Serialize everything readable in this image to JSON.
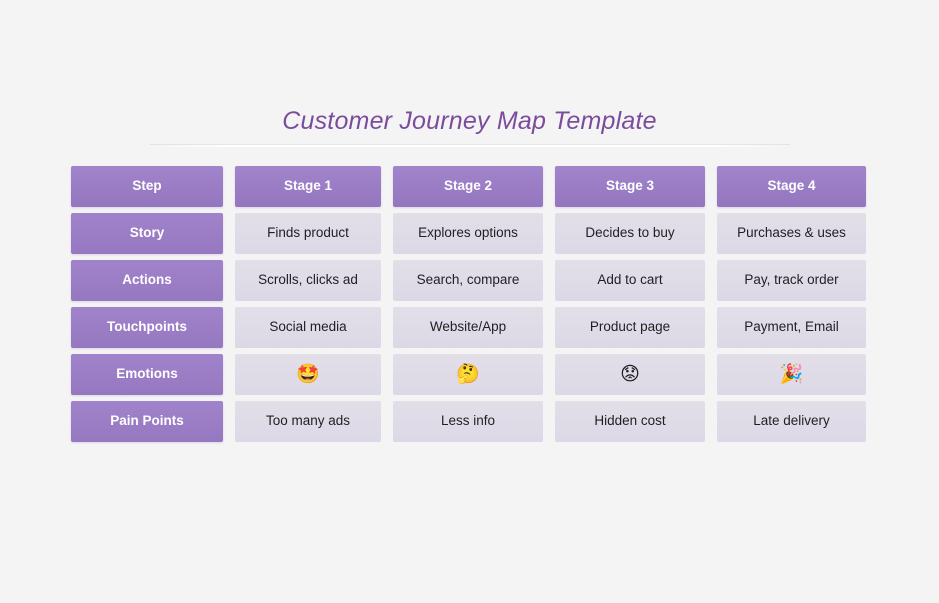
{
  "page": {
    "title": "Customer Journey Map Template",
    "background_color": "#f4f4f5",
    "accent_color": "#9b7bc4",
    "title_color": "#7c4c9c",
    "data_cell_color": "#dedbe8"
  },
  "table": {
    "columns": [
      "Step",
      "Stage 1",
      "Stage 2",
      "Stage 3",
      "Stage 4"
    ],
    "rows": [
      {
        "label": "Story",
        "cells": [
          {
            "text": "Finds product",
            "type": "text"
          },
          {
            "text": "Explores options",
            "type": "text"
          },
          {
            "text": "Decides to buy",
            "type": "text"
          },
          {
            "text": "Purchases & uses",
            "type": "text"
          }
        ]
      },
      {
        "label": "Actions",
        "cells": [
          {
            "text": "Scrolls, clicks ad",
            "type": "text"
          },
          {
            "text": "Search, compare",
            "type": "text"
          },
          {
            "text": "Add to cart",
            "type": "text"
          },
          {
            "text": "Pay, track order",
            "type": "text"
          }
        ]
      },
      {
        "label": "Touchpoints",
        "cells": [
          {
            "text": "Social media",
            "type": "text"
          },
          {
            "text": "Website/App",
            "type": "text"
          },
          {
            "text": "Product page",
            "type": "text"
          },
          {
            "text": "Payment, Email",
            "type": "text"
          }
        ]
      },
      {
        "label": "Emotions",
        "cells": [
          {
            "text": "🤩",
            "type": "emoji",
            "icon": "star-struck-emoji"
          },
          {
            "text": "🤔",
            "type": "emoji",
            "icon": "thinking-face-emoji"
          },
          {
            "text": "😟",
            "type": "emoji",
            "icon": "worried-face-emoji"
          },
          {
            "text": "🎉",
            "type": "emoji",
            "icon": "party-popper-emoji"
          }
        ]
      },
      {
        "label": "Pain Points",
        "cells": [
          {
            "text": "Too many ads",
            "type": "text"
          },
          {
            "text": "Less info",
            "type": "text"
          },
          {
            "text": "Hidden cost",
            "type": "text"
          },
          {
            "text": "Late delivery",
            "type": "text"
          }
        ]
      }
    ]
  }
}
